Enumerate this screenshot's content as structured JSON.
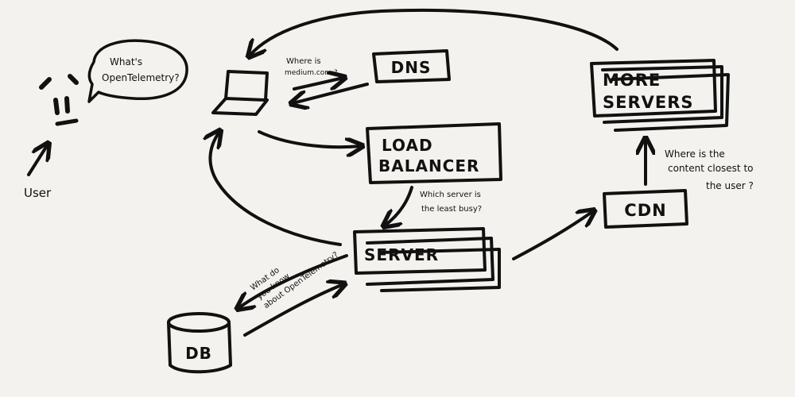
{
  "user": {
    "label": "User",
    "thought": [
      "What's",
      "OpenTelemetry?"
    ]
  },
  "boxes": {
    "dns": "DNS",
    "load_balancer": [
      "LOAD",
      "BALANCER"
    ],
    "server": "SERVER",
    "more_servers": [
      "MORE",
      "SERVERS"
    ],
    "cdn": "CDN",
    "db": "DB"
  },
  "notes": {
    "where_is": [
      "Where is",
      "medium.com ?"
    ],
    "least_busy": [
      "Which server is",
      "the least busy?"
    ],
    "closest": [
      "Where is the",
      "content closest to",
      "the user ?"
    ],
    "db_question": [
      "What do",
      "you know",
      "about OpenTelemetry?"
    ]
  }
}
